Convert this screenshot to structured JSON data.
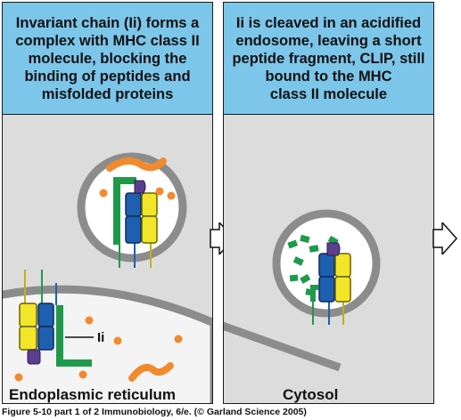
{
  "panels": [
    {
      "header": "Invariant chain (Ii) forms a\ncomplex with MHC class II\nmolecule, blocking the\nbinding of peptides and\nmisfolded proteins",
      "er_label": "Endoplasmic reticulum",
      "ii_label": "Ii"
    },
    {
      "header": "Ii is cleaved in an acidified\nendosome, leaving a short\npeptide fragment, CLIP, still\nbound to the MHC\nclass  II molecule",
      "cytosol_label": "Cytosol"
    }
  ],
  "caption": "Figure 5-10 part 1 of 2  Immunobiology, 6/e. (© Garland Science 2005)",
  "colors": {
    "header_bg": "#7cc6ea",
    "cytosol_bg": "#dcdcdc",
    "vesicle_fill": "#ffffff",
    "alpha_chain": "#1e5fb0",
    "beta_chain": "#f2e62a",
    "invariant_chain": "#1e9a4a",
    "clip": "#5a3f8f",
    "peptide": "#f28a2e",
    "fragment": "#1e9a4a"
  }
}
